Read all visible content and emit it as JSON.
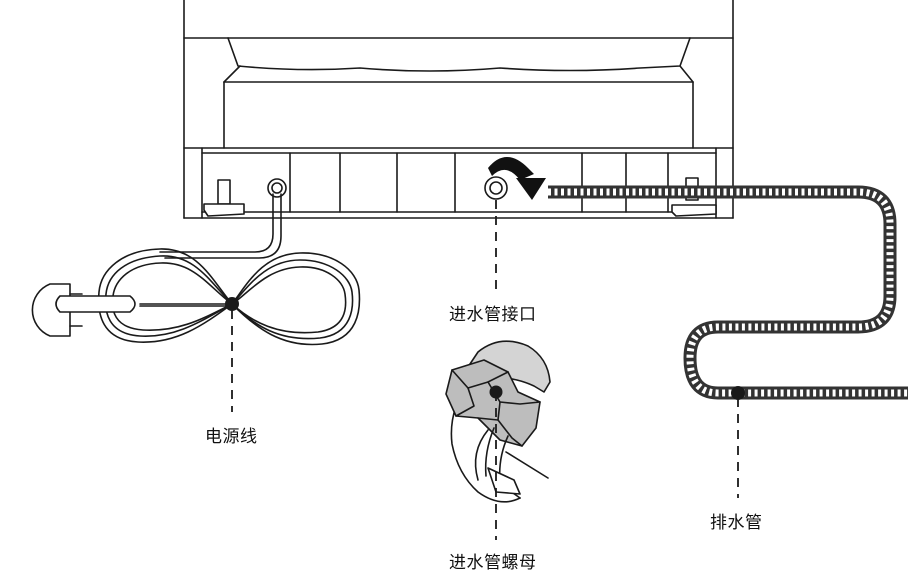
{
  "labels": {
    "inlet_connector": "进水管接口",
    "power_cord": "电源线",
    "inlet_nut": "进水管螺母",
    "drain_hose": "排水管"
  },
  "colors": {
    "line": "#1a1a1a",
    "marker": "#1a1a1a",
    "hose_fill": "#ffffff",
    "nut_fill": "#bdbdbd"
  },
  "icons": {
    "rotation_arrow": "clockwise-arrow-icon"
  }
}
